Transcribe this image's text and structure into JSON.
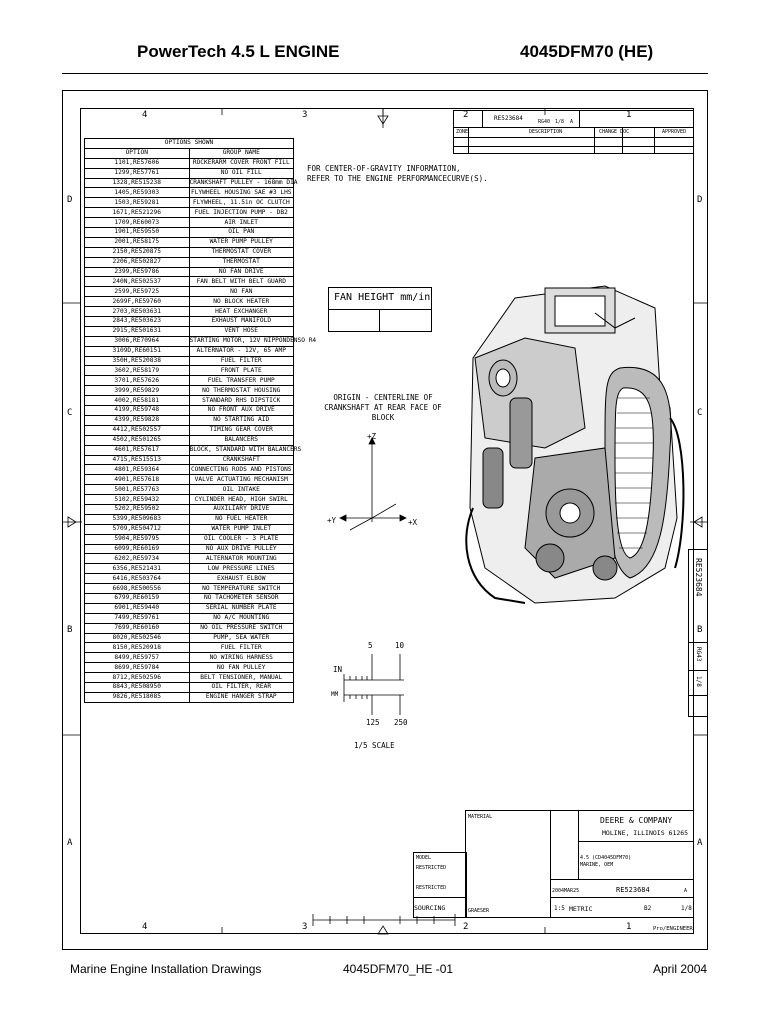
{
  "header": {
    "left": "PowerTech 4.5 L ENGINE",
    "right": "4045DFM70 (HE)"
  },
  "footer": {
    "left": "Marine Engine Installation Drawings",
    "center": "4045DFM70_HE -01",
    "right": "April 2004"
  },
  "zones": {
    "top": [
      "4",
      "3",
      "2",
      "1"
    ],
    "bottom": [
      "4",
      "3",
      "2",
      "1"
    ],
    "left": [
      "D",
      "C",
      "B",
      "A"
    ],
    "right": [
      "D",
      "C",
      "B",
      "A"
    ]
  },
  "options_table": {
    "title": "OPTIONS SHOWN",
    "col_option": "OPTION",
    "col_group": "GROUP NAME",
    "rows": [
      [
        "1101,RE57606",
        "ROCKERARM COVER FRONT FILL"
      ],
      [
        "1299,RE57761",
        "NO OIL FILL"
      ],
      [
        "1328,RE515238",
        "CRANKSHAFT PULLEY - 168mm DIA"
      ],
      [
        "1405,RE59303",
        "FLYWHEEL HOUSING SAE #3 LHS"
      ],
      [
        "1503,RE59281",
        "FLYWHEEL, 11.5in OC CLUTCH"
      ],
      [
        "1671,RE521296",
        "FUEL INJECTION PUMP - DB2"
      ],
      [
        "1709,RE60073",
        "AIR INLET"
      ],
      [
        "1901,RE59550",
        "OIL PAN"
      ],
      [
        "2001,RE58175",
        "WATER PUMP PULLEY"
      ],
      [
        "2150,RE520875",
        "THERMOSTAT COVER"
      ],
      [
        "2206,RE502827",
        "THERMOSTAT"
      ],
      [
        "2399,RE59786",
        "NO FAN DRIVE"
      ],
      [
        "240N,RE502537",
        "FAN BELT WITH BELT GUARD"
      ],
      [
        "2599,RE59725",
        "NO FAN"
      ],
      [
        "2699F,RE59760",
        "NO BLOCK HEATER"
      ],
      [
        "2703,RE503631",
        "HEAT EXCHANGER"
      ],
      [
        "2843,RE503623",
        "EXHAUST MANIFOLD"
      ],
      [
        "2915,RE501631",
        "VENT HOSE"
      ],
      [
        "3006,RE70964",
        "STARTING MOTOR, 12V NIPPONDENSO R4"
      ],
      [
        "3109D,RE60151",
        "ALTERNATOR - 12V, 65 AMP"
      ],
      [
        "350H,RE520838",
        "FUEL FILTER"
      ],
      [
        "3602,RE58179",
        "FRONT PLATE"
      ],
      [
        "3701,RE57626",
        "FUEL TRANSFER PUMP"
      ],
      [
        "3999,RE59829",
        "NO THERMOSTAT HOUSING"
      ],
      [
        "4002,RE58181",
        "STANDARD RHS DIPSTICK"
      ],
      [
        "4199,RE59748",
        "NO FRONT AUX DRIVE"
      ],
      [
        "4399,RE59828",
        "NO STARTING AID"
      ],
      [
        "4412,RE502557",
        "TIMING GEAR COVER"
      ],
      [
        "4502,RE501265",
        "BALANCERS"
      ],
      [
        "4601,RE57617",
        "BLOCK, STANDARD WITH BALANCERS"
      ],
      [
        "4715,RE515513",
        "CRANKSHAFT"
      ],
      [
        "4801,RE59364",
        "CONNECTING RODS AND PISTONS"
      ],
      [
        "4901,RE57618",
        "VALVE ACTUATING MECHANISM"
      ],
      [
        "5001,RE57763",
        "OIL INTAKE"
      ],
      [
        "5102,RE59432",
        "CYLINDER HEAD, HIGH SWIRL"
      ],
      [
        "5202,RE59502",
        "AUXILIARY DRIVE"
      ],
      [
        "5399,RE509683",
        "NO FUEL HEATER"
      ],
      [
        "5709,RE504712",
        "WATER PUMP INLET"
      ],
      [
        "5904,RE59795",
        "OIL COOLER - 3 PLATE"
      ],
      [
        "6099,RE60169",
        "NO AUX DRIVE PULLEY"
      ],
      [
        "6202,RE59734",
        "ALTERNATOR MOUNTING"
      ],
      [
        "6356,RE521431",
        "LOW PRESSURE LINES"
      ],
      [
        "6416,RE503764",
        "EXHAUST ELBOW"
      ],
      [
        "6698,RE500556",
        "NO TEMPERATURE SWITCH"
      ],
      [
        "6799,RE60159",
        "NO TACHOMETER SENSOR"
      ],
      [
        "6901,RE59440",
        "SERIAL NUMBER PLATE"
      ],
      [
        "7499,RE59761",
        "NO A/C MOUNTING"
      ],
      [
        "7699,RE60160",
        "NO OIL PRESSURE SWITCH"
      ],
      [
        "8020,RE502546",
        "PUMP, SEA WATER"
      ],
      [
        "8150,RE520918",
        "FUEL FILTER"
      ],
      [
        "8499,RE59757",
        "NO WIRING HARNESS"
      ],
      [
        "8699,RE59784",
        "NO FAN PULLEY"
      ],
      [
        "8712,RE502596",
        "BELT TENSIONER, MANUAL"
      ],
      [
        "8843,RE508950",
        "OIL FILTER, REAR"
      ],
      [
        "9826,RE518085",
        "ENGINE HANGER STRAP"
      ]
    ]
  },
  "notes": {
    "cog_line1": "FOR CENTER-OF-GRAVITY INFORMATION,",
    "cog_line2": "REFER TO THE ENGINE PERFORMANCECURVE(S).",
    "fan_height": "FAN HEIGHT mm/in",
    "origin_line1": "ORIGIN - CENTERLINE OF",
    "origin_line2": "CRANKSHAFT AT REAR FACE OF BLOCK",
    "axis_z": "+Z",
    "axis_y": "+Y",
    "axis_x": "+X"
  },
  "scale": {
    "in_label": "IN",
    "mm_label": "MM",
    "in_ticks": [
      "5",
      "10"
    ],
    "mm_ticks": [
      "125",
      "250"
    ],
    "caption": "1/5 SCALE"
  },
  "title_block": {
    "top_part_no": "RE523684",
    "top_revision": "RG40",
    "top_sheet": "1/8",
    "top_rev": "A",
    "zone": "ZONE",
    "description": "DESCRIPTION",
    "change_doc": "CHANGE DOC",
    "approved": "APPROVED",
    "company": "DEERE & COMPANY",
    "location": "MOLINE, ILLINOIS 61265",
    "part_desc1": "4.5 (CD4045DFM70)",
    "part_desc2": "MARINE, OEM",
    "date": "2004MAR25",
    "part_no": "RE523684",
    "rev": "A",
    "scale": "1:5",
    "units": "METRIC",
    "sheet": "1/8",
    "proj": "B2",
    "sourcing": "SOURCING",
    "drawn_by": "GRAESER",
    "material": "MATERIAL",
    "restricted": "RESTRICTED",
    "model": "MODEL",
    "cad": "Pro/ENGINEER",
    "side_part_no": "RE523684",
    "side_revision": "RG43",
    "side_sheet": "1/8"
  }
}
